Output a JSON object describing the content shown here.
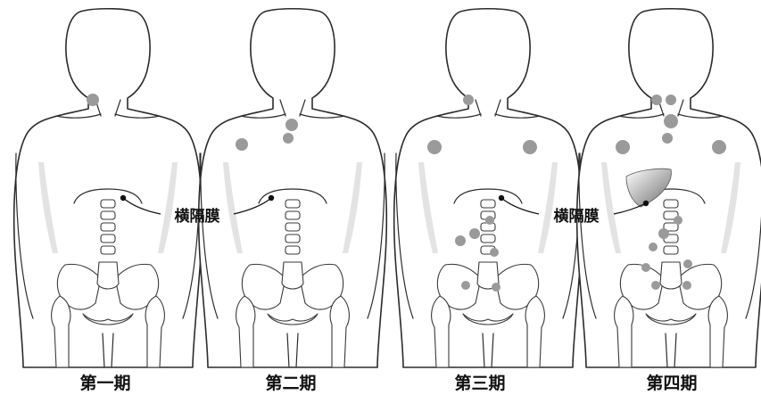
{
  "panels": [
    {
      "label": "第一期",
      "show_diaphragm_label": true,
      "label_side": "right"
    },
    {
      "label": "第二期",
      "show_diaphragm_label": true,
      "label_side": "left"
    },
    {
      "label": "第三期",
      "show_diaphragm_label": true,
      "label_side": "right"
    },
    {
      "label": "第四期",
      "show_diaphragm_label": true,
      "label_side": "left"
    }
  ],
  "diaphragm_label": "横隔膜",
  "callouts": [
    {
      "text": "横隔膜",
      "between": "panel-1 / panel-2"
    },
    {
      "text": "横隔膜",
      "between": "panel-3 / panel-4"
    }
  ],
  "colors": {
    "outline": "#2b2b2b",
    "lymph_node": "#9a9a9a",
    "shadow": "#e3e3e3",
    "liver_gradient_dark": "#6f6f6f"
  }
}
